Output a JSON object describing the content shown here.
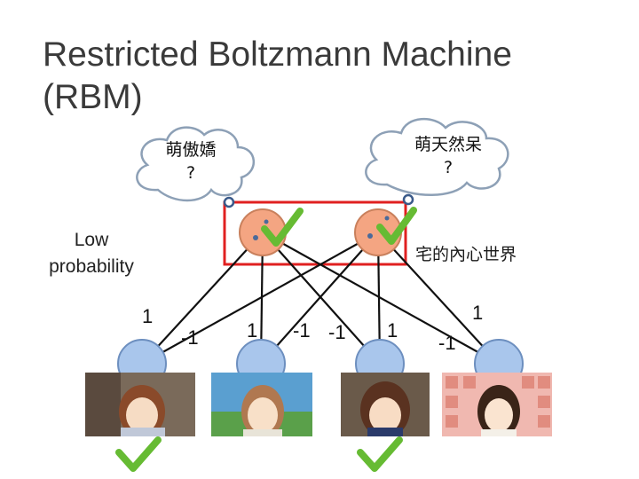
{
  "slide": {
    "title": "Restricted Boltzmann Machine (RBM)",
    "low_probability": "Low probability",
    "otaku_label": "宅的內心世界"
  },
  "clouds": [
    {
      "label": "萌傲嬌",
      "mark": "?"
    },
    {
      "label": "萌天然呆",
      "mark": "?"
    }
  ],
  "hidden_units": [
    {
      "state": "on"
    },
    {
      "state": "on"
    }
  ],
  "visible_units": [
    {
      "state": "on"
    },
    {
      "state": "off"
    },
    {
      "state": "on"
    },
    {
      "state": "off"
    }
  ],
  "weights": [
    {
      "value": "1"
    },
    {
      "value": "-1"
    },
    {
      "value": "1"
    },
    {
      "value": "-1"
    },
    {
      "value": "-1"
    },
    {
      "value": "1"
    },
    {
      "value": "-1"
    },
    {
      "value": "1"
    }
  ],
  "colors": {
    "hidden_unit": "#f4a582",
    "visible_unit": "#a9c6ec",
    "highlight_box": "#e02020",
    "check": "#66bb33"
  }
}
